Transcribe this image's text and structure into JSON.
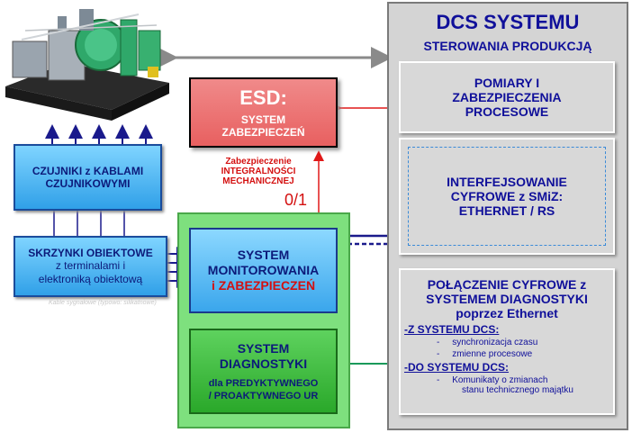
{
  "dcs": {
    "title": "DCS SYSTEMU",
    "subtitle": "STEROWANIA PRODUKCJĄ",
    "box1": [
      "POMIARY I",
      "ZABEZPIECZENIA",
      "PROCESOWE"
    ],
    "box2": [
      "INTERFEJSOWANIE",
      "CYFROWE z SMiZ:",
      "ETHERNET / RS"
    ],
    "box3": {
      "title": [
        "POŁĄCZENIE CYFROWE z",
        "SYSTEMEM DIAGNOSTYKI",
        "poprzez Ethernet"
      ],
      "from_dcs": "-Z SYSTEMU DCS:",
      "from_items": [
        "synchronizacja czasu",
        "zmienne procesowe"
      ],
      "to_dcs": "-DO SYSTEMU DCS:",
      "to_items": [
        "Komunikaty o zmianach",
        "stanu technicznego majątku"
      ]
    }
  },
  "esd": {
    "title": "ESD:",
    "line1": "SYSTEM",
    "line2": "ZABEZPIECZEŃ"
  },
  "integrity": {
    "line1": "Zabezpieczenie",
    "line2": "INTEGRALNOŚCI",
    "line3": "MECHANICZNEJ",
    "signal": "0/1"
  },
  "sensors": {
    "line1": "CZUJNIKI z KABLAMI",
    "line2": "CZUJNIKOWYMI"
  },
  "boxes": {
    "line1": "SKRZYNKI OBIEKTOWE",
    "line2": "z terminalami i",
    "line3": "elektroniką obiektową"
  },
  "cables_note": "Kable sygnałowe (typowo: silikatnowe)",
  "monitoring": {
    "line1": "SYSTEM",
    "line2": "MONITOROWANIA",
    "line3": "i ZABEZPIECZEŃ"
  },
  "diagnostics": {
    "line1": "SYSTEM",
    "line2": "DIAGNOSTYKI",
    "line3": "dla PREDYKTYWNEGO",
    "line4": "/ PROAKTYWNEGO UR"
  },
  "colors": {
    "dcs_text": "#10109a",
    "esd_red": "#e86b6b",
    "green": "#7ee07e",
    "blue": "#30a0e8",
    "alert_red": "#d41010"
  }
}
